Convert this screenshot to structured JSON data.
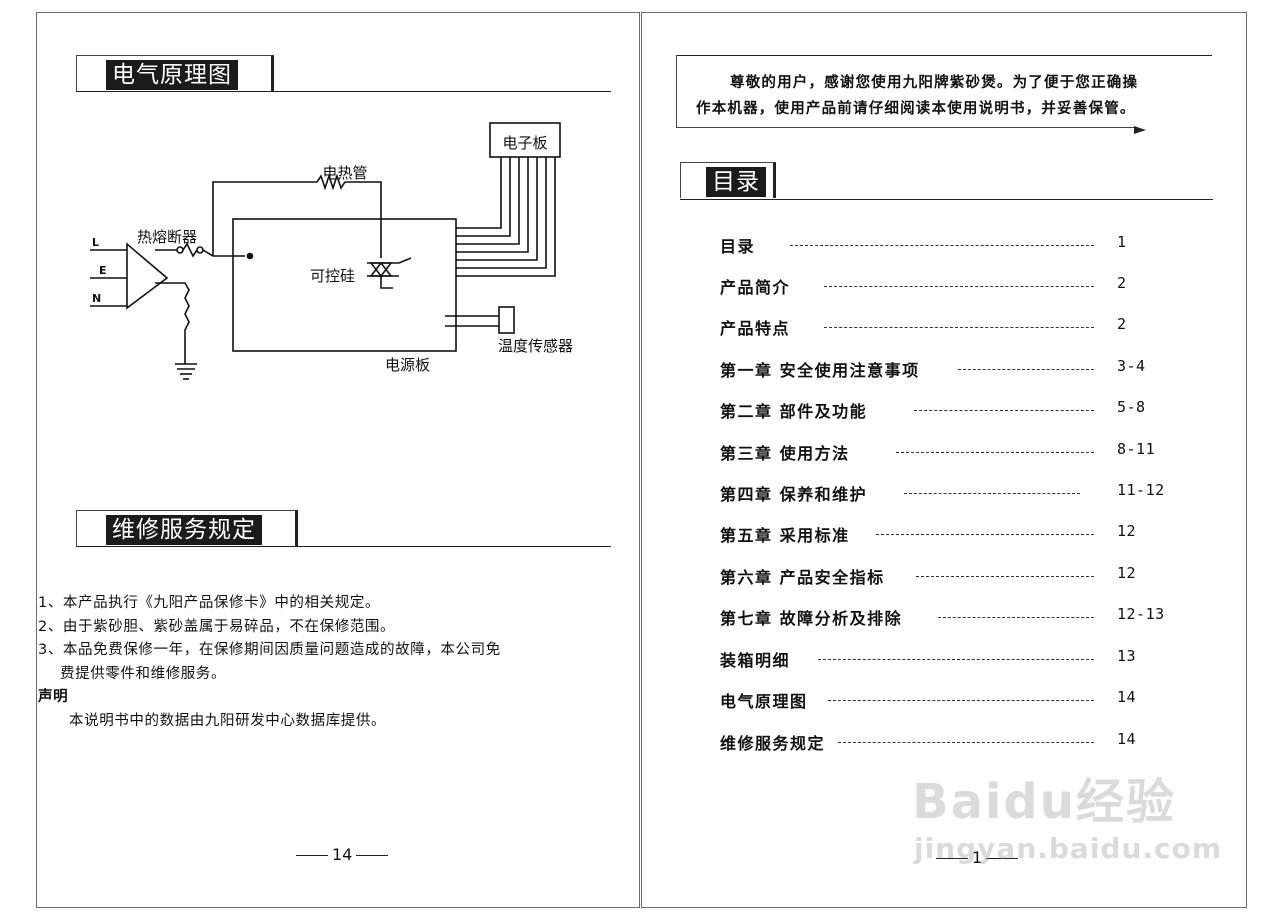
{
  "left_page": {
    "circuit_heading": "电气原理图",
    "circuit_labels": {
      "electronic_board": "电子板",
      "heating_tube": "电热管",
      "thermal_fuse": "热熔断器",
      "thyristor": "可控硅",
      "power_board": "电源板",
      "temperature_sensor": "温度传感器",
      "terminal_l": "L",
      "terminal_e": "E",
      "terminal_n": "N"
    },
    "service_heading": "维修服务规定",
    "service_rules": [
      "1、本产品执行《九阳产品保修卡》中的相关规定。",
      "2、由于紫砂胆、紫砂盖属于易碎品，不在保修范围。",
      "3、本品免费保修一年，在保修期间因质量问题造成的故障，本公司免",
      "费提供零件和维修服务。"
    ],
    "statement_title": "声明",
    "statement_text": "本说明书中的数据由九阳研发中心数据库提供。",
    "page_number": "14"
  },
  "right_page": {
    "intro_line_1": "尊敬的用户，感谢您使用九阳牌紫砂煲。为了便于您正确操",
    "intro_line_2": "作本机器，使用产品前请仔细阅读本使用说明书，并妥善保管。",
    "toc_heading": "目录",
    "toc": [
      {
        "title": "目录",
        "page": "1"
      },
      {
        "title": "产品简介",
        "page": "2"
      },
      {
        "title": "产品特点",
        "page": "2"
      },
      {
        "title": "第一章 安全使用注意事项",
        "page": "3-4"
      },
      {
        "title": "第二章 部件及功能",
        "page": "5-8"
      },
      {
        "title": "第三章 使用方法",
        "page": "8-11"
      },
      {
        "title": "第四章 保养和维护",
        "page": "11-12"
      },
      {
        "title": "第五章 采用标准",
        "page": "12"
      },
      {
        "title": "第六章 产品安全指标",
        "page": "12"
      },
      {
        "title": "第七章 故障分析及排除",
        "page": "12-13"
      },
      {
        "title": "装箱明细",
        "page": "13"
      },
      {
        "title": "电气原理图",
        "page": "14"
      },
      {
        "title": "维修服务规定",
        "page": "14"
      }
    ],
    "page_number": "1"
  },
  "watermark": {
    "brand": "Baidu经验",
    "url": "jingyan.baidu.com"
  }
}
